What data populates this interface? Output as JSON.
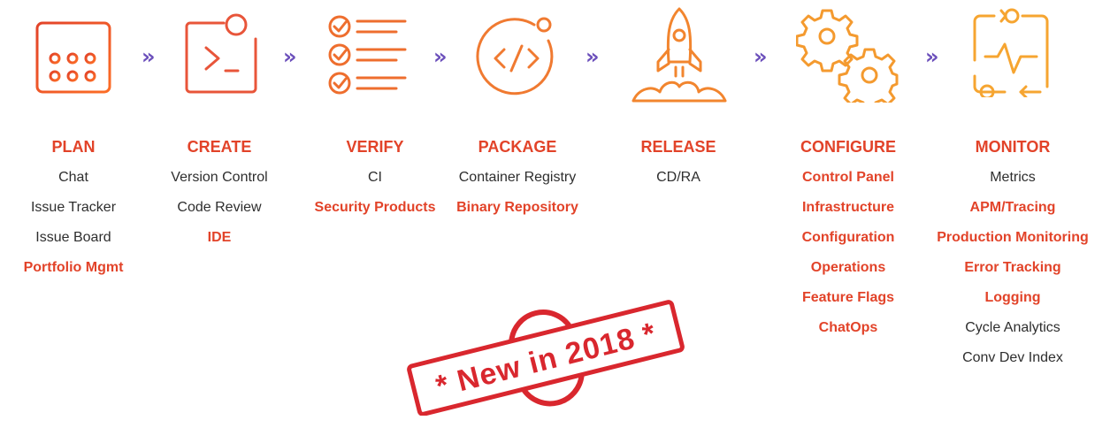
{
  "separator": "»",
  "stages": [
    {
      "title": "PLAN",
      "icon": "clipboard-icon",
      "items": [
        {
          "label": "Chat",
          "new": false
        },
        {
          "label": "Issue Tracker",
          "new": false
        },
        {
          "label": "Issue Board",
          "new": false
        },
        {
          "label": "Portfolio Mgmt",
          "new": true
        }
      ]
    },
    {
      "title": "CREATE",
      "icon": "terminal-icon",
      "items": [
        {
          "label": "Version Control",
          "new": false
        },
        {
          "label": "Code Review",
          "new": false
        },
        {
          "label": "IDE",
          "new": true
        }
      ]
    },
    {
      "title": "VERIFY",
      "icon": "checklist-icon",
      "items": [
        {
          "label": "CI",
          "new": false
        },
        {
          "label": "Security Products",
          "new": true
        }
      ]
    },
    {
      "title": "PACKAGE",
      "icon": "code-package-icon",
      "items": [
        {
          "label": "Container Registry",
          "new": false
        },
        {
          "label": "Binary Repository",
          "new": true
        }
      ]
    },
    {
      "title": "RELEASE",
      "icon": "rocket-icon",
      "items": [
        {
          "label": "CD/RA",
          "new": false
        }
      ]
    },
    {
      "title": "CONFIGURE",
      "icon": "gears-icon",
      "items": [
        {
          "label": "Control Panel",
          "new": true
        },
        {
          "label": "Infrastructure",
          "new": true
        },
        {
          "label": "Configuration",
          "new": true
        },
        {
          "label": "Operations",
          "new": true
        },
        {
          "label": "Feature Flags",
          "new": true
        },
        {
          "label": "ChatOps",
          "new": true
        }
      ]
    },
    {
      "title": "MONITOR",
      "icon": "monitor-pulse-icon",
      "items": [
        {
          "label": "Metrics",
          "new": false
        },
        {
          "label": "APM/Tracing",
          "new": true
        },
        {
          "label": "Production Monitoring",
          "new": true
        },
        {
          "label": "Error Tracking",
          "new": true
        },
        {
          "label": "Logging",
          "new": true
        },
        {
          "label": "Cycle Analytics",
          "new": false
        },
        {
          "label": "Conv Dev Index",
          "new": false
        }
      ]
    }
  ],
  "stamp": {
    "text": "* New in 2018 *"
  },
  "colors": {
    "red": "#e24329",
    "orange": "#fc9403",
    "purple": "#6b4fbb",
    "stamp": "#d9272e",
    "text": "#2e2e2e"
  }
}
